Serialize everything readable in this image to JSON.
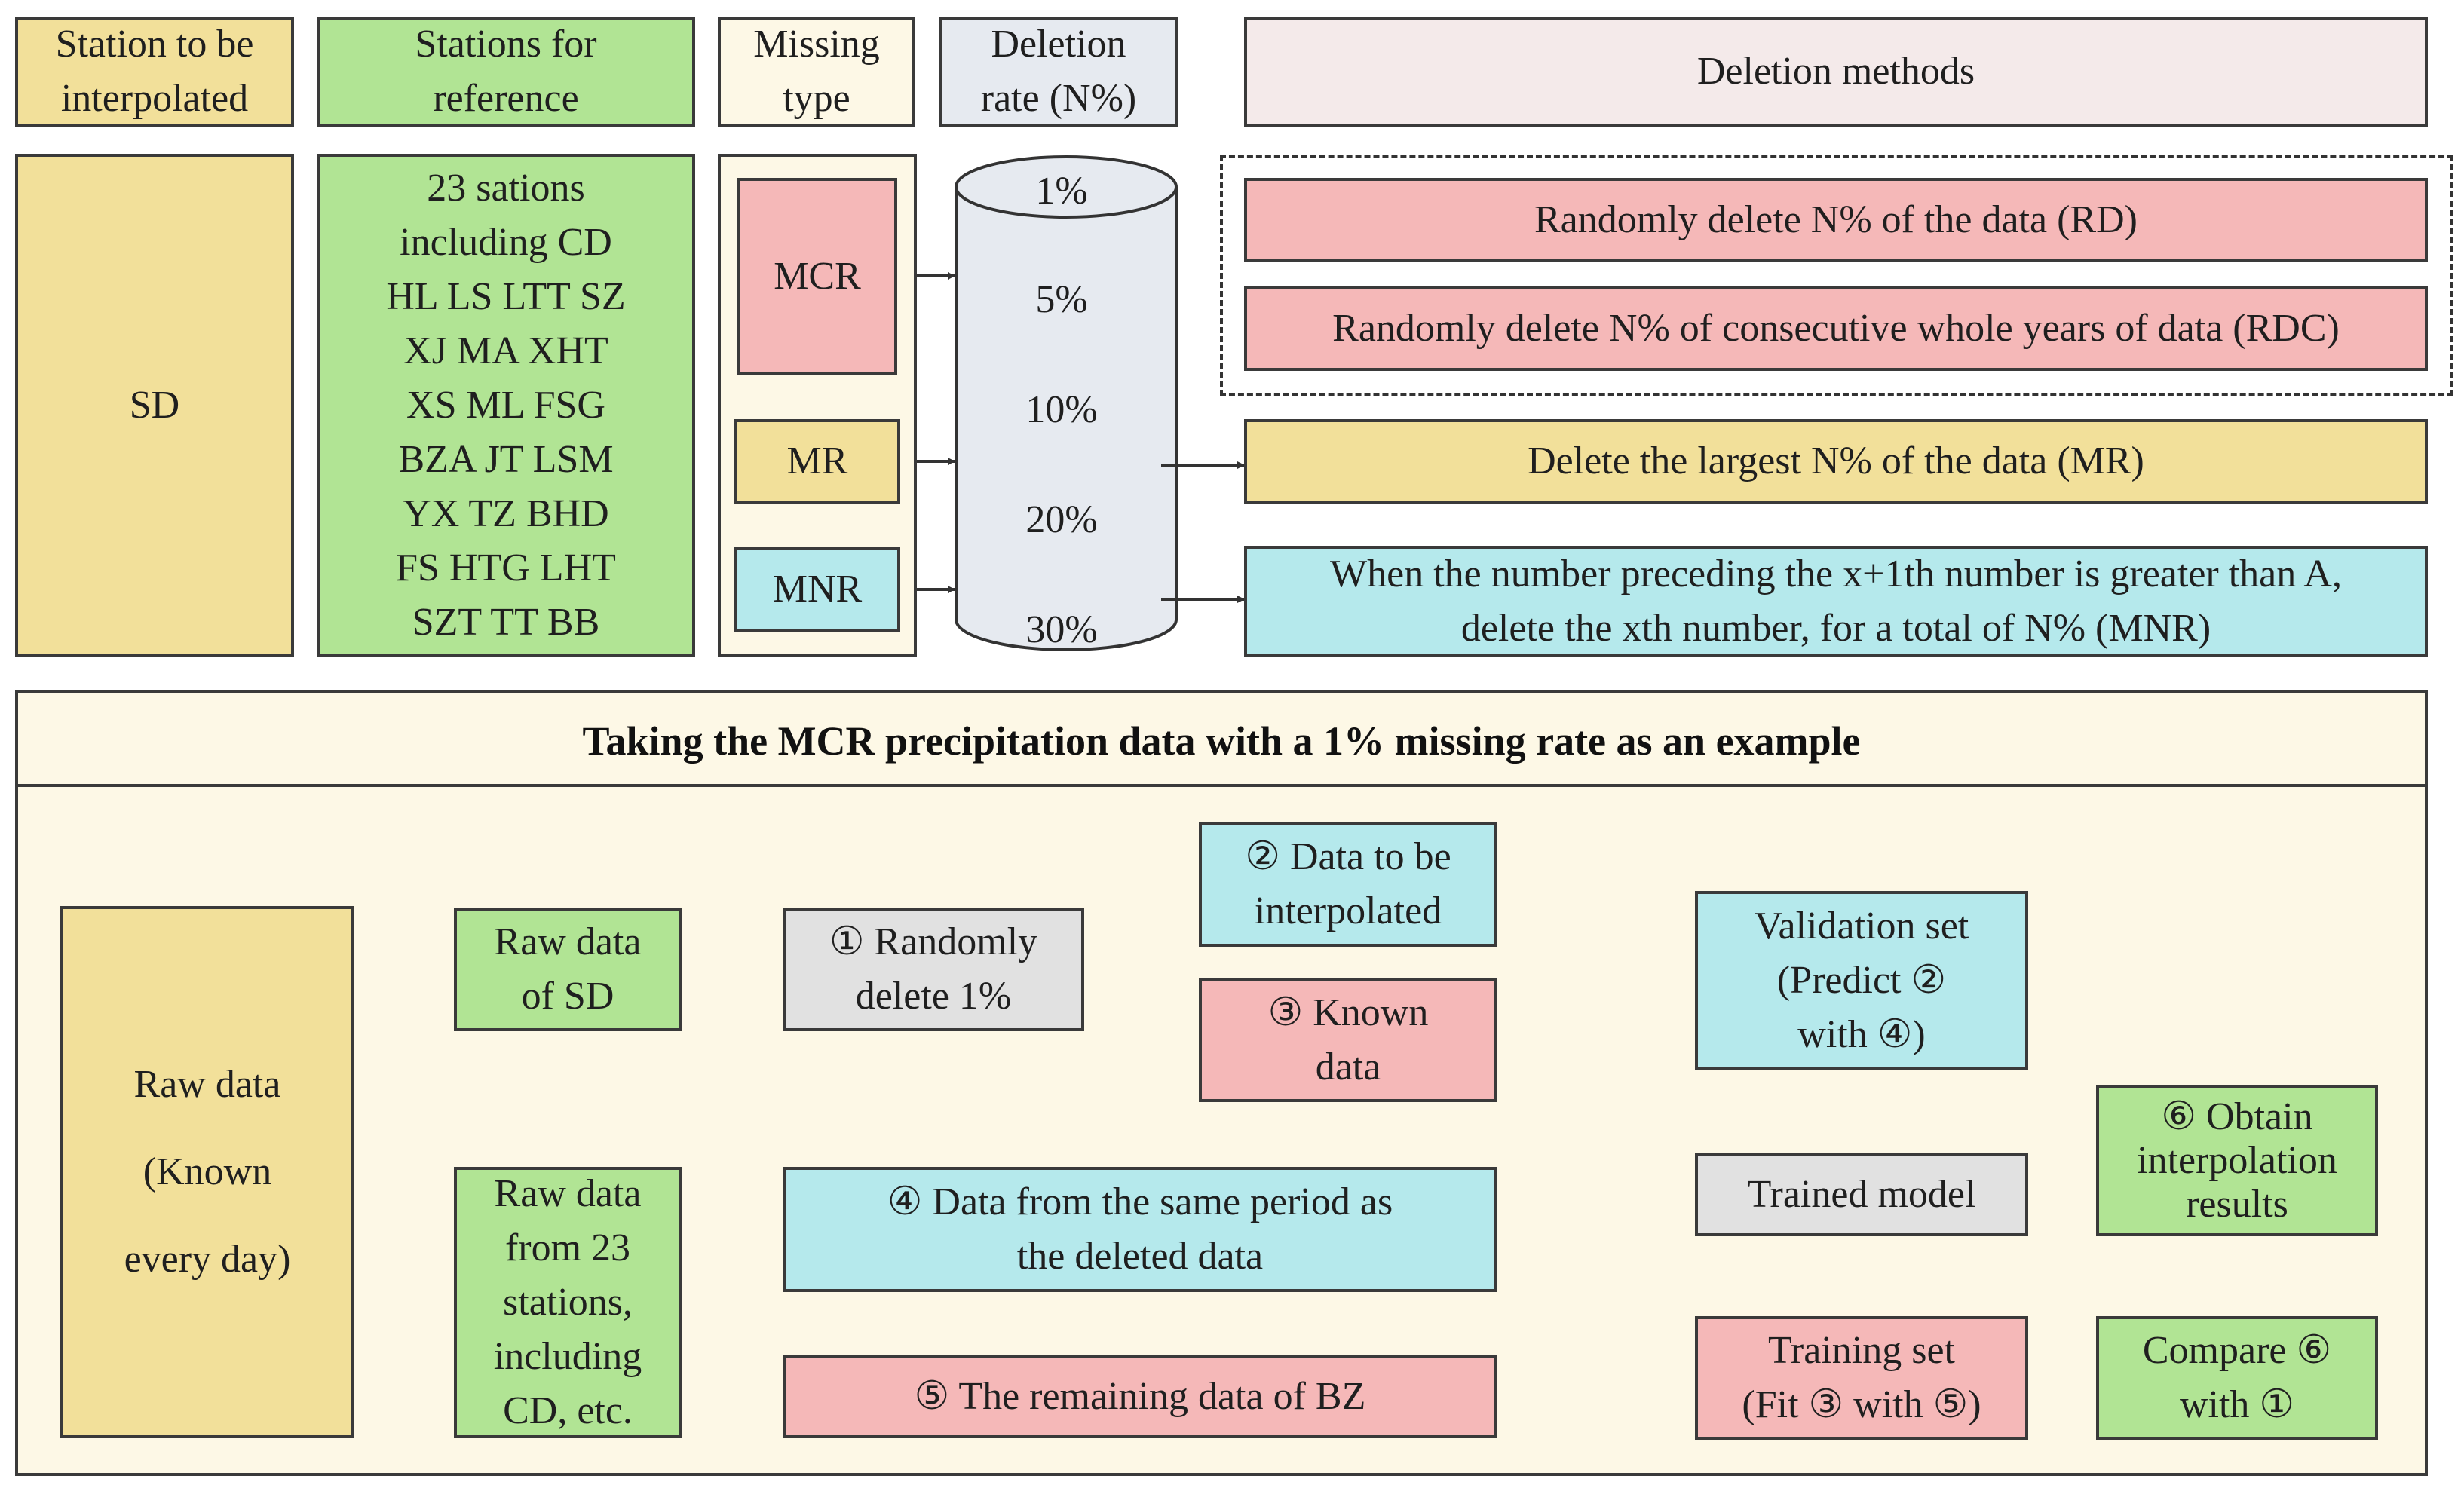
{
  "colors": {
    "yellow": "#f2e09a",
    "green": "#b1e494",
    "cream": "#fdf8e6",
    "grey_blue": "#e6eaf0",
    "pink_grey": "#f4eaea",
    "pink": "#f5b8b8",
    "cyan": "#b5e9ec",
    "grey": "#e1e1e1",
    "cyan_line": "#45c4cf",
    "red_line": "#e64a4a"
  },
  "headers": {
    "station_interp": [
      "Station to be",
      "interpolated"
    ],
    "stations_ref": [
      "Stations for",
      "reference"
    ],
    "missing_type": [
      "Missing",
      "type"
    ],
    "deletion_rate": [
      "Deletion",
      "rate (N%)"
    ],
    "deletion_methods": "Deletion methods"
  },
  "top": {
    "sd": "SD",
    "stations": [
      "23 sations",
      "including CD",
      "HL  LS  LTT  SZ",
      "XJ  MA  XHT",
      "XS  ML FSG",
      "BZA  JT  LSM",
      "YX  TZ  BHD",
      "FS  HTG  LHT",
      "SZT  TT  BB"
    ],
    "types": {
      "mcr": "MCR",
      "mr": "MR",
      "mnr": "MNR"
    },
    "rates": [
      "1%",
      "5%",
      "10%",
      "20%",
      "30%"
    ],
    "methods": {
      "rd": "Randomly delete N% of the data (RD)",
      "rdc": "Randomly delete N% of consecutive whole years of data (RDC)",
      "mr": "Delete the largest N% of the data (MR)",
      "mnr": [
        "When the number preceding the x+1th number is greater than A,",
        "delete the xth number, for a total of N% (MNR)"
      ]
    }
  },
  "bottom": {
    "title": "Taking the MCR precipitation data with a 1% missing rate as an example",
    "raw_data": [
      "Raw data",
      "(Known",
      "every day)"
    ],
    "raw_sd": [
      "Raw data",
      "of SD"
    ],
    "raw_23": [
      "Raw data",
      "from 23",
      "stations,",
      "including",
      "CD, etc."
    ],
    "randomly_delete": [
      "① Randomly",
      "delete 1%"
    ],
    "data_interp": [
      "② Data to be",
      "interpolated"
    ],
    "known_data": [
      "③ Known",
      "data"
    ],
    "same_period": [
      "④ Data from the same period as",
      "the deleted data"
    ],
    "remaining": "⑤ The remaining data of BZ",
    "validation": [
      "Validation set",
      "(Predict ②",
      "with ④)"
    ],
    "trained": "Trained model",
    "training": [
      "Training set",
      "(Fit ③ with ⑤)"
    ],
    "obtain": [
      "⑥ Obtain",
      "interpolation",
      "results"
    ],
    "compare": [
      "Compare ⑥",
      "with ①"
    ]
  }
}
